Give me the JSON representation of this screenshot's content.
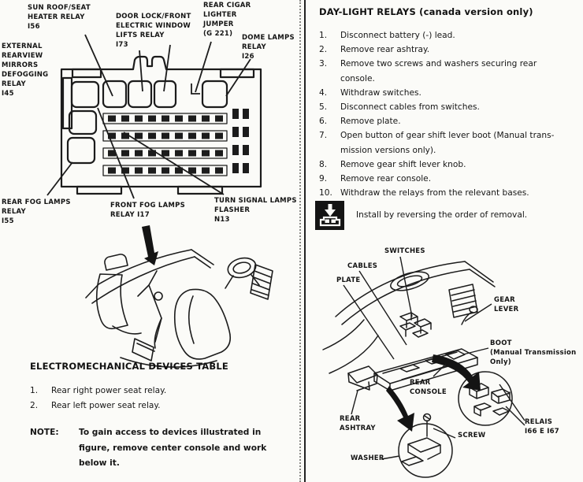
{
  "left": {
    "fusebox": {
      "labels": {
        "sunroof": "SUN ROOF/SEAT\nHEATER RELAY\nI56",
        "doorlock": "DOOR LOCK/FRONT\nELECTRIC WINDOW\nLIFTS RELAY\nI73",
        "cigar": "REAR CIGAR\nLIGHTER\nJUMPER\n(G 221)",
        "dome": "DOME LAMPS\nRELAY\nI26",
        "mirrors": "EXTERNAL\nREARVIEW\nMIRRORS\nDEFOGGING\nRELAY\nI45",
        "rearfog": "REAR FOG LAMPS\nRELAY\nI55",
        "frontfog": "FRONT FOG LAMPS\nRELAY I17",
        "turnsignal": "TURN SIGNAL LAMPS\nFLASHER\nN13"
      }
    },
    "table": {
      "title": "ELECTROMECHANICAL DEVICES TABLE",
      "items": [
        {
          "num": "1.",
          "text": "Rear right power seat relay."
        },
        {
          "num": "2.",
          "text": "Rear left power seat relay."
        }
      ],
      "note_label": "NOTE:",
      "note_text": "To gain access to devices illustrated in\nfigure, remove center console and work\nbelow it."
    }
  },
  "right": {
    "heading": "DAY-LIGHT RELAYS (canada version only)",
    "steps": [
      {
        "num": "1.",
        "text": "Disconnect battery (-) lead."
      },
      {
        "num": "2.",
        "text": "Remove rear ashtray."
      },
      {
        "num": "3.",
        "text": "Remove two screws and washers securing rear\nconsole."
      },
      {
        "num": "4.",
        "text": "Withdraw switches."
      },
      {
        "num": "5.",
        "text": "Disconnect cables from switches."
      },
      {
        "num": "6.",
        "text": "Remove plate."
      },
      {
        "num": "7.",
        "text": "Open button of gear shift lever boot (Manual trans-\nmission versions only)."
      },
      {
        "num": "8.",
        "text": "Remove gear shift lever knob."
      },
      {
        "num": "9.",
        "text": "Remove rear console."
      },
      {
        "num": "10.",
        "text": "Withdraw the relays from the relevant bases."
      }
    ],
    "install_note": "Install by reversing the order of removal.",
    "diagram_labels": {
      "switches": "SWITCHES",
      "cables": "CABLES",
      "plate": "PLATE",
      "gear_lever": "GEAR\nLEVER",
      "boot": "BOOT\n(Manual Transmission\nOnly)",
      "rear_console": "REAR\nCONSOLE",
      "rear_ashtray": "REAR\nASHTRAY",
      "screw": "SCREW",
      "washer": "WASHER",
      "relays": "RELAIS\nI66 E I67"
    }
  }
}
